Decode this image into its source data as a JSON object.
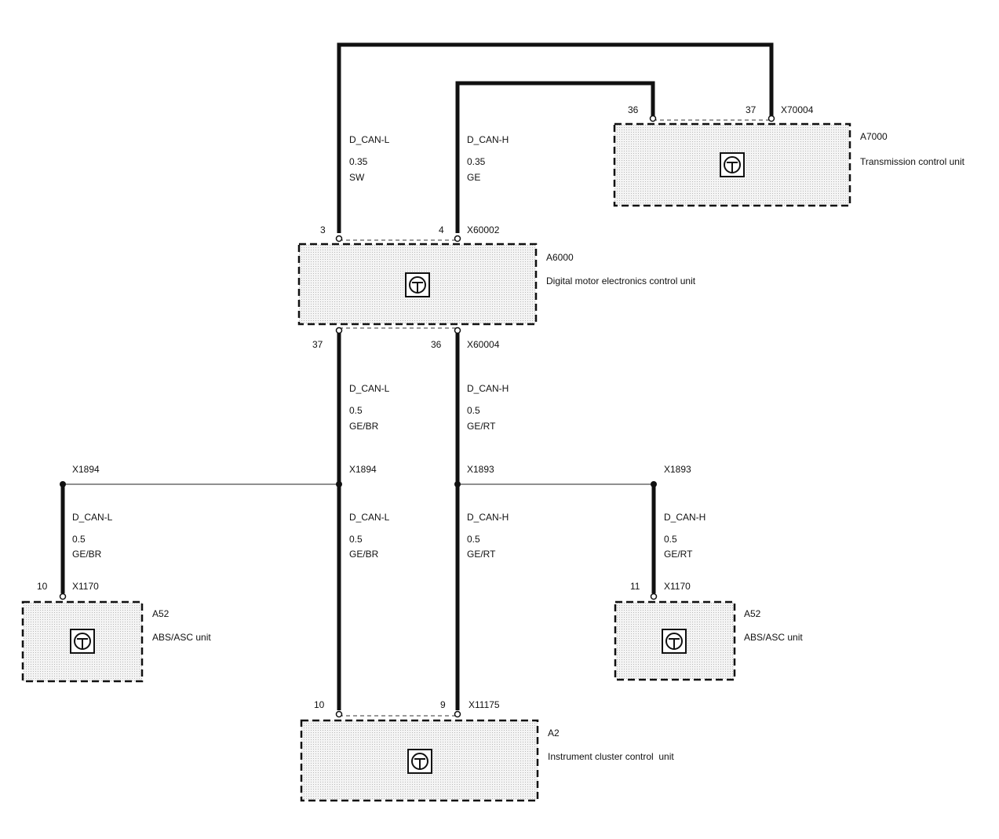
{
  "modules": [
    {
      "id": "A7000",
      "name": "Transmission control unit",
      "connector": "X70004",
      "pins": [
        "36",
        "37"
      ]
    },
    {
      "id": "A6000",
      "name": "Digital motor electronics control unit",
      "connector_top": "X60002",
      "pins_top": [
        "3",
        "4"
      ],
      "connector_bottom": "X60004",
      "pins_bottom": [
        "37",
        "36"
      ]
    },
    {
      "id": "A52",
      "name": "ABS/ASC unit",
      "connector": "X1170",
      "pin": "10"
    },
    {
      "id": "A52",
      "name": "ABS/ASC unit",
      "connector": "X1170",
      "pin": "11"
    },
    {
      "id": "A2",
      "name": "Instrument cluster control  unit",
      "connector": "X11175",
      "pins": [
        "10",
        "9"
      ]
    }
  ],
  "wires": {
    "top_l": {
      "signal": "D_CAN-L",
      "gauge": "0.35",
      "color": "SW"
    },
    "top_h": {
      "signal": "D_CAN-H",
      "gauge": "0.35",
      "color": "GE"
    },
    "mid_l": {
      "signal": "D_CAN-L",
      "gauge": "0.5",
      "color": "GE/BR"
    },
    "mid_h": {
      "signal": "D_CAN-H",
      "gauge": "0.5",
      "color": "GE/RT"
    },
    "low_l": {
      "signal": "D_CAN-L",
      "gauge": "0.5",
      "color": "GE/BR"
    },
    "low_h": {
      "signal": "D_CAN-H",
      "gauge": "0.5",
      "color": "GE/RT"
    },
    "abs_l": {
      "signal": "D_CAN-L",
      "gauge": "0.5",
      "color": "GE/BR"
    },
    "abs_h": {
      "signal": "D_CAN-H",
      "gauge": "0.5",
      "color": "GE/RT"
    }
  },
  "splices": [
    "X1894",
    "X1894",
    "X1893",
    "X1893"
  ],
  "icon": "control-unit-icon"
}
